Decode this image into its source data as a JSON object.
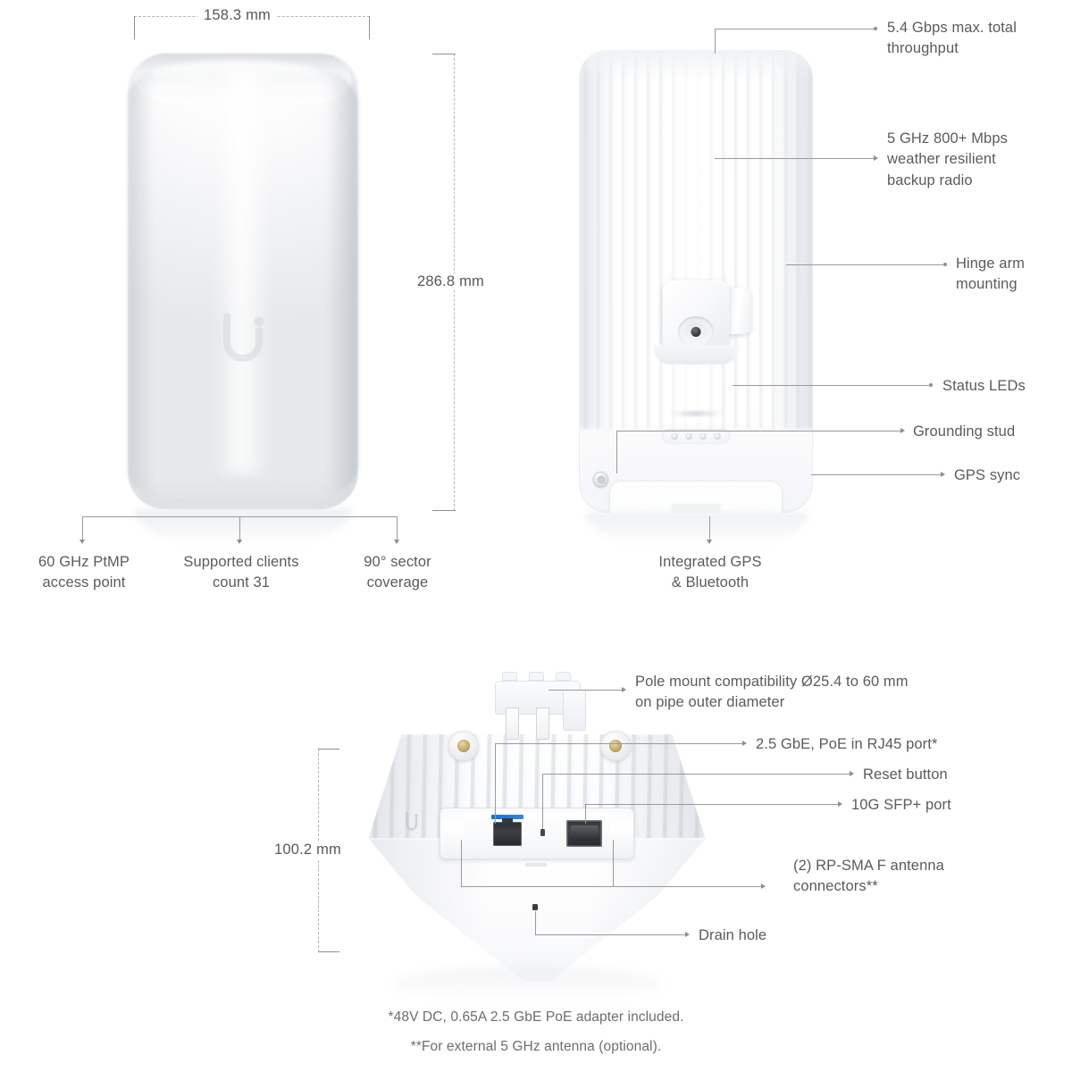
{
  "dimensions": {
    "width_top": "158.3 mm",
    "height_side": "286.8 mm",
    "depth_bottom": "100.2 mm"
  },
  "front_view": {
    "logo_name": "ubiquiti-u-logo",
    "bottom_callouts": [
      {
        "id": "ptmp",
        "text": "60 GHz PtMP\naccess point"
      },
      {
        "id": "clients",
        "text": "Supported clients\ncount 31"
      },
      {
        "id": "sector",
        "text": "90° sector\ncoverage"
      }
    ]
  },
  "rear_view": {
    "right_callouts": [
      {
        "id": "throughput",
        "text": "5.4 Gbps max. total\nthroughput"
      },
      {
        "id": "backup-radio",
        "text": "5 GHz 800+ Mbps\nweather resilient\nbackup radio"
      },
      {
        "id": "hinge-arm",
        "text": "Hinge arm\nmounting"
      },
      {
        "id": "status-leds",
        "text": "Status LEDs"
      },
      {
        "id": "grounding-stud",
        "text": "Grounding stud"
      },
      {
        "id": "gps-sync",
        "text": "GPS sync"
      }
    ],
    "bottom_callout": {
      "id": "gps-bluetooth",
      "text": "Integrated GPS\n& Bluetooth"
    },
    "status_led_count": 4
  },
  "bottom_view": {
    "right_callouts": [
      {
        "id": "pole-mount",
        "text": "Pole mount compatibility Ø25.4 to 60 mm\non pipe outer diameter"
      },
      {
        "id": "rj45-port",
        "text": "2.5 GbE, PoE in RJ45 port*"
      },
      {
        "id": "reset-button",
        "text": "Reset button"
      },
      {
        "id": "sfp-port",
        "text": "10G SFP+ port"
      },
      {
        "id": "antenna-connectors",
        "text": "(2) RP-SMA F antenna\nconnectors**"
      },
      {
        "id": "drain-hole",
        "text": "Drain hole"
      }
    ]
  },
  "footnotes": [
    "*48V DC, 0.65A 2.5 GbE PoE adapter included.",
    "**For external 5 GHz antenna (optional)."
  ],
  "colors": {
    "text": "#5b5b5b",
    "leader_line": "#9a9a9a",
    "dimension_line": "#b6b6b6",
    "device_white": "#ffffff",
    "rj45_label_blue": "#1b6fd0",
    "sma_gold": "#cdb272"
  }
}
